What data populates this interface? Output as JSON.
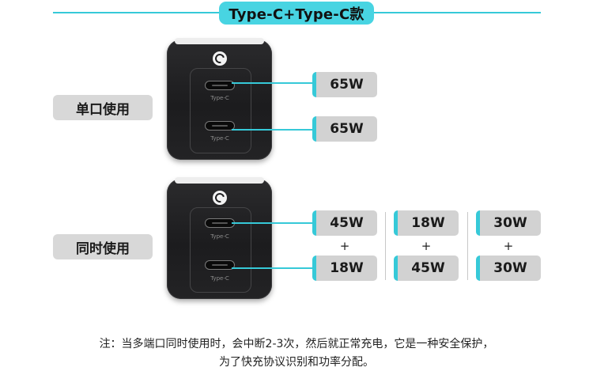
{
  "header": {
    "title": "Type-C+Type-C款"
  },
  "modes": {
    "single": {
      "label": "单口使用",
      "outputs": [
        "65W",
        "65W"
      ]
    },
    "simultaneous": {
      "label": "同时使用",
      "combos": [
        {
          "top": "45W",
          "plus": "+",
          "bottom": "18W"
        },
        {
          "top": "18W",
          "plus": "+",
          "bottom": "45W"
        },
        {
          "top": "30W",
          "plus": "+",
          "bottom": "30W"
        }
      ]
    }
  },
  "charger": {
    "port_label": "Type-C"
  },
  "note": {
    "line1": "注：当多端口同时使用时，会中断2-3次，然后就正常充电，它是一种安全保护，",
    "line2": "为了快充协议识别和功率分配。"
  },
  "colors": {
    "accent": "#36c9d8",
    "pill": "#48d4e2",
    "box": "#d2d2d2",
    "label_bg": "#d8d8d8"
  }
}
